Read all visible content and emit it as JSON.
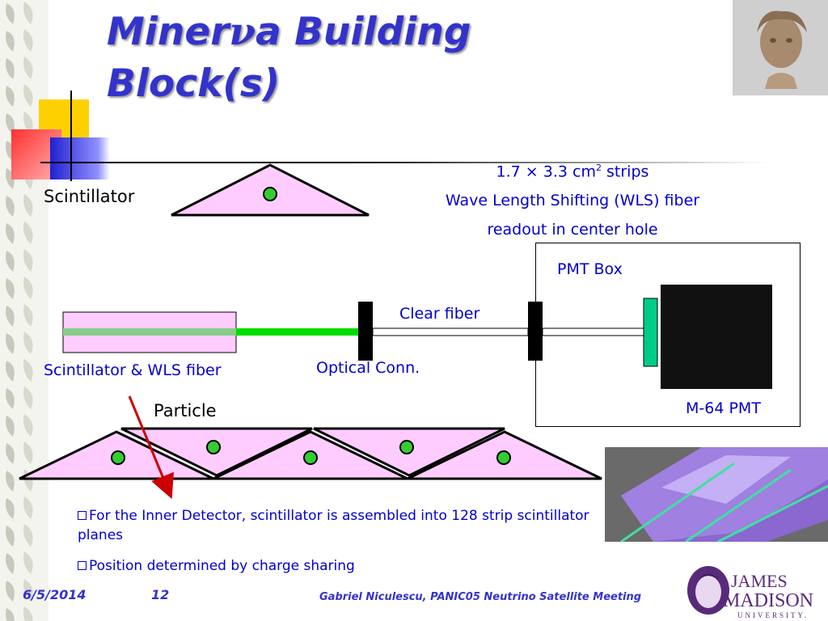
{
  "slide": {
    "title_part1": "Miner",
    "title_nu": "ν",
    "title_part2": "a Building",
    "title_line2": "Block(s)"
  },
  "labels": {
    "scintillator": "Scintillator",
    "strip_size_pre": "1.7 × 3.3 cm",
    "strip_size_sup": "2",
    "strip_size_post": " strips",
    "wls_line": "Wave Length Shifting (WLS) fiber",
    "readout_line": "readout in center hole",
    "pmt_box": "PMT Box",
    "clear_fiber": "Clear fiber",
    "scint_wls_fiber": "Scintillator & WLS fiber",
    "optical_conn": "Optical Conn.",
    "m64_pmt": "M-64 PMT",
    "particle": "Particle"
  },
  "bullets": [
    "For the Inner Detector, scintillator is assembled into 128 strip scintillator planes",
    "Position determined by charge sharing"
  ],
  "footer": {
    "date": "6/5/2014",
    "page": "12",
    "credit": "Gabriel Niculescu, PANIC05 Neutrino Satellite Meeting",
    "logo_line1": "JAMES",
    "logo_line2": "MADISON",
    "logo_line3": "UNIVERSITY."
  },
  "colors": {
    "title": "#3333cc",
    "text_blue": "#0000cc",
    "scintillator_fill": "#ffccff",
    "wls_fiber": "#00dd00",
    "fiber_dot": "#33cc33",
    "particle_arrow": "#cc0000",
    "pmt_window": "#00cc88",
    "pmt_body": "#111111"
  },
  "icons": [
    "corner-portrait-logo",
    "jmu-logo",
    "checkbox-bullet-icon"
  ]
}
